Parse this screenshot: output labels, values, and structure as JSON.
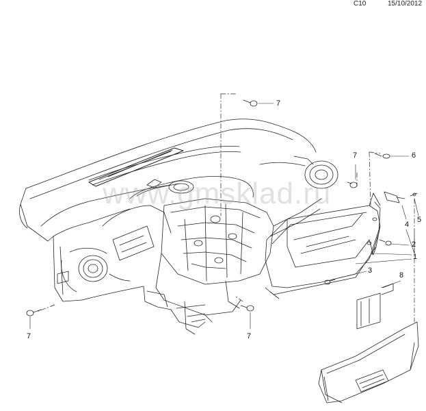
{
  "header": {
    "code": "C10",
    "date": "15/10/2012"
  },
  "watermark": "www.gmsklad.ru",
  "callouts": {
    "c7_top": "7",
    "c7_mid": "7",
    "c6": "6",
    "c5": "5",
    "c4": "4",
    "c2": "2",
    "c1": "1",
    "c3": "3",
    "c8": "8",
    "c7_bl": "7",
    "c7_bc": "7"
  }
}
